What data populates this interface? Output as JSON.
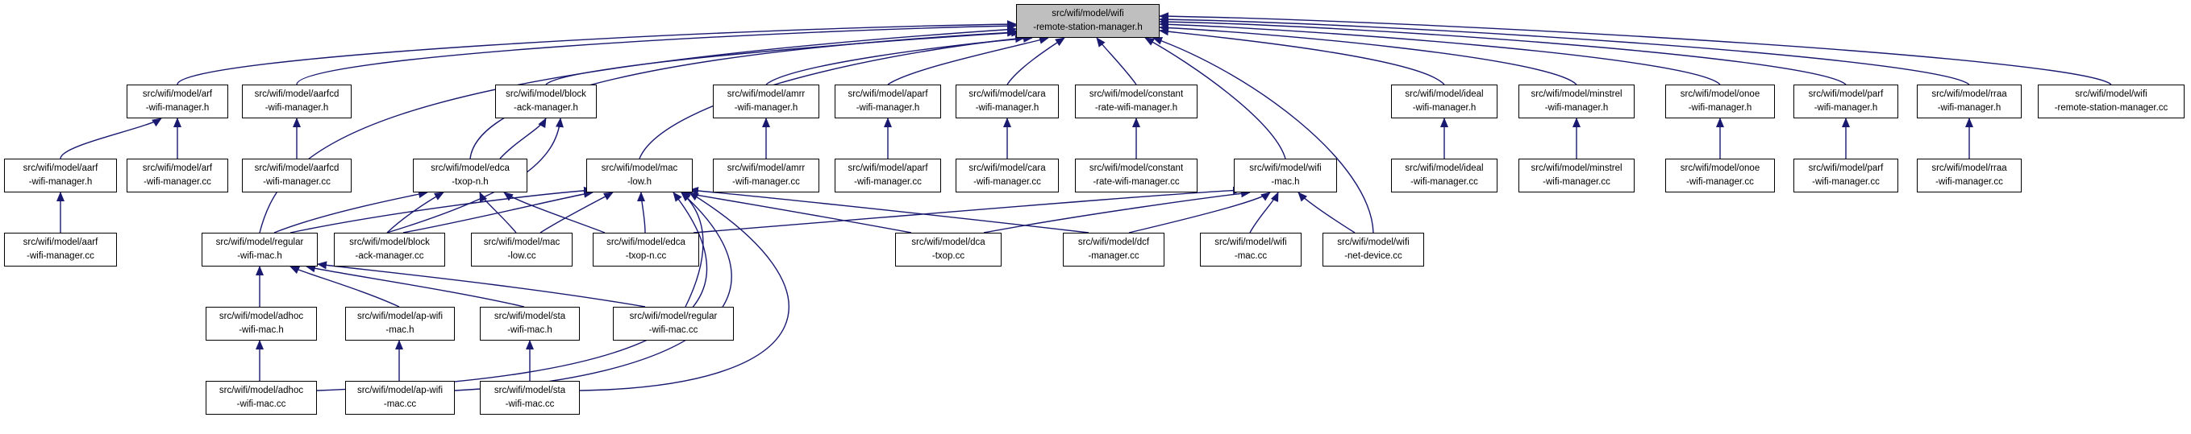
{
  "colors": {
    "edge": "#191970",
    "root_fill": "#bfbfbf",
    "node_fill": "#ffffff",
    "node_border": "#000000"
  },
  "nodes": {
    "root": {
      "line1": "src/wifi/model/wifi",
      "line2": "-remote-station-manager.h"
    },
    "arf_h": {
      "line1": "src/wifi/model/arf",
      "line2": "-wifi-manager.h"
    },
    "aarfcd_h": {
      "line1": "src/wifi/model/aarfcd",
      "line2": "-wifi-manager.h"
    },
    "block_ack_h": {
      "line1": "src/wifi/model/block",
      "line2": "-ack-manager.h"
    },
    "amrr_h": {
      "line1": "src/wifi/model/amrr",
      "line2": "-wifi-manager.h"
    },
    "aparf_h": {
      "line1": "src/wifi/model/aparf",
      "line2": "-wifi-manager.h"
    },
    "cara_h": {
      "line1": "src/wifi/model/cara",
      "line2": "-wifi-manager.h"
    },
    "constant_h": {
      "line1": "src/wifi/model/constant",
      "line2": "-rate-wifi-manager.h"
    },
    "ideal_h": {
      "line1": "src/wifi/model/ideal",
      "line2": "-wifi-manager.h"
    },
    "minstrel_h": {
      "line1": "src/wifi/model/minstrel",
      "line2": "-wifi-manager.h"
    },
    "onoe_h": {
      "line1": "src/wifi/model/onoe",
      "line2": "-wifi-manager.h"
    },
    "parf_h": {
      "line1": "src/wifi/model/parf",
      "line2": "-wifi-manager.h"
    },
    "rraa_h": {
      "line1": "src/wifi/model/rraa",
      "line2": "-wifi-manager.h"
    },
    "rsm_cc": {
      "line1": "src/wifi/model/wifi",
      "line2": "-remote-station-manager.cc"
    },
    "aarf_h": {
      "line1": "src/wifi/model/aarf",
      "line2": "-wifi-manager.h"
    },
    "arf_cc": {
      "line1": "src/wifi/model/arf",
      "line2": "-wifi-manager.cc"
    },
    "aarfcd_cc": {
      "line1": "src/wifi/model/aarfcd",
      "line2": "-wifi-manager.cc"
    },
    "edca_h": {
      "line1": "src/wifi/model/edca",
      "line2": "-txop-n.h"
    },
    "mac_low_h": {
      "line1": "src/wifi/model/mac",
      "line2": "-low.h"
    },
    "amrr_cc": {
      "line1": "src/wifi/model/amrr",
      "line2": "-wifi-manager.cc"
    },
    "aparf_cc": {
      "line1": "src/wifi/model/aparf",
      "line2": "-wifi-manager.cc"
    },
    "cara_cc": {
      "line1": "src/wifi/model/cara",
      "line2": "-wifi-manager.cc"
    },
    "constant_cc": {
      "line1": "src/wifi/model/constant",
      "line2": "-rate-wifi-manager.cc"
    },
    "wifi_mac_h": {
      "line1": "src/wifi/model/wifi",
      "line2": "-mac.h"
    },
    "ideal_cc": {
      "line1": "src/wifi/model/ideal",
      "line2": "-wifi-manager.cc"
    },
    "minstrel_cc": {
      "line1": "src/wifi/model/minstrel",
      "line2": "-wifi-manager.cc"
    },
    "onoe_cc": {
      "line1": "src/wifi/model/onoe",
      "line2": "-wifi-manager.cc"
    },
    "parf_cc": {
      "line1": "src/wifi/model/parf",
      "line2": "-wifi-manager.cc"
    },
    "rraa_cc": {
      "line1": "src/wifi/model/rraa",
      "line2": "-wifi-manager.cc"
    },
    "aarf_cc": {
      "line1": "src/wifi/model/aarf",
      "line2": "-wifi-manager.cc"
    },
    "regular_h": {
      "line1": "src/wifi/model/regular",
      "line2": "-wifi-mac.h"
    },
    "block_ack_cc": {
      "line1": "src/wifi/model/block",
      "line2": "-ack-manager.cc"
    },
    "mac_low_cc": {
      "line1": "src/wifi/model/mac",
      "line2": "-low.cc"
    },
    "edca_cc": {
      "line1": "src/wifi/model/edca",
      "line2": "-txop-n.cc"
    },
    "dca_cc": {
      "line1": "src/wifi/model/dca",
      "line2": "-txop.cc"
    },
    "dcf_cc": {
      "line1": "src/wifi/model/dcf",
      "line2": "-manager.cc"
    },
    "wifi_mac_cc": {
      "line1": "src/wifi/model/wifi",
      "line2": "-mac.cc"
    },
    "net_device_cc": {
      "line1": "src/wifi/model/wifi",
      "line2": "-net-device.cc"
    },
    "adhoc_h": {
      "line1": "src/wifi/model/adhoc",
      "line2": "-wifi-mac.h"
    },
    "ap_h": {
      "line1": "src/wifi/model/ap-wifi",
      "line2": "-mac.h"
    },
    "sta_h": {
      "line1": "src/wifi/model/sta",
      "line2": "-wifi-mac.h"
    },
    "regular_cc": {
      "line1": "src/wifi/model/regular",
      "line2": "-wifi-mac.cc"
    },
    "adhoc_cc": {
      "line1": "src/wifi/model/adhoc",
      "line2": "-wifi-mac.cc"
    },
    "ap_cc": {
      "line1": "src/wifi/model/ap-wifi",
      "line2": "-mac.cc"
    },
    "sta_cc": {
      "line1": "src/wifi/model/sta",
      "line2": "-wifi-mac.cc"
    }
  }
}
